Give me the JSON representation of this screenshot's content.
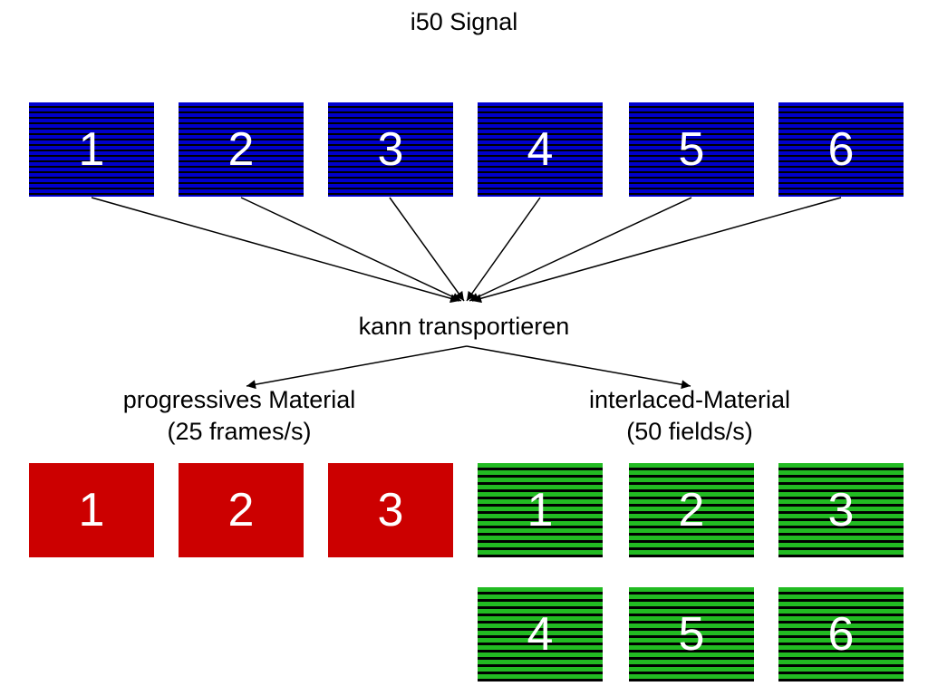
{
  "title": "i50 Signal",
  "center_label": "kann transportieren",
  "left_group": {
    "line1": "progressives Material",
    "line2": "(25 frames/s)"
  },
  "right_group": {
    "line1": "interlaced-Material",
    "line2": "(50 fields/s)"
  },
  "signal_frames": [
    "1",
    "2",
    "3",
    "4",
    "5",
    "6"
  ],
  "progressive_frames": [
    "1",
    "2",
    "3"
  ],
  "interlaced_fields": [
    "1",
    "2",
    "3",
    "4",
    "5",
    "6"
  ],
  "colors": {
    "signal": "#0000cc",
    "progressive": "#cc0000",
    "interlaced": "#22bb22"
  }
}
